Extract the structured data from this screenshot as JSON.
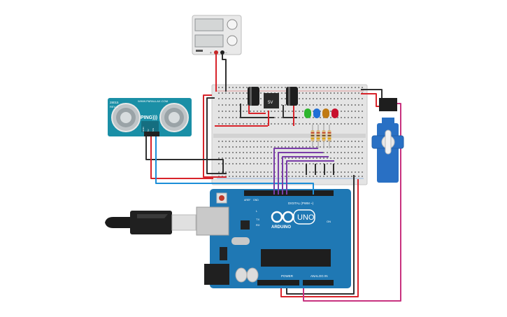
{
  "power_supply": {
    "label_left": "+",
    "label_right": "−"
  },
  "regulator": {
    "label": "5V"
  },
  "ping_sensor": {
    "model": "28015",
    "rev": "REV C",
    "brand": "WWW.PARALLAX.COM",
    "name": "PING)))",
    "pins": [
      "GND",
      "5V",
      "SIG"
    ]
  },
  "arduino": {
    "logo_text": "ARDUINO",
    "model": "UNO",
    "digital_label": "DIGITAL (PWM ~)",
    "power_label": "POWER",
    "analog_label": "ANALOG IN",
    "on_label": "ON",
    "tx_label": "TX",
    "rx_label": "RX",
    "l_label": "L",
    "aref_label": "AREF",
    "gnd_label": "GND"
  },
  "leds": {
    "colors": [
      "#2db52d",
      "#1f6fd6",
      "#c07a13",
      "#c8102e"
    ]
  },
  "colors": {
    "wire_red": "#d8232a",
    "wire_black": "#303030",
    "wire_blue": "#1c8ed8",
    "wire_purple": "#7a3da8",
    "wire_magenta": "#c8327f",
    "arduino_blue": "#1f78b4",
    "sensor_teal": "#1a8fa6",
    "servo_blue": "#2970c4"
  }
}
